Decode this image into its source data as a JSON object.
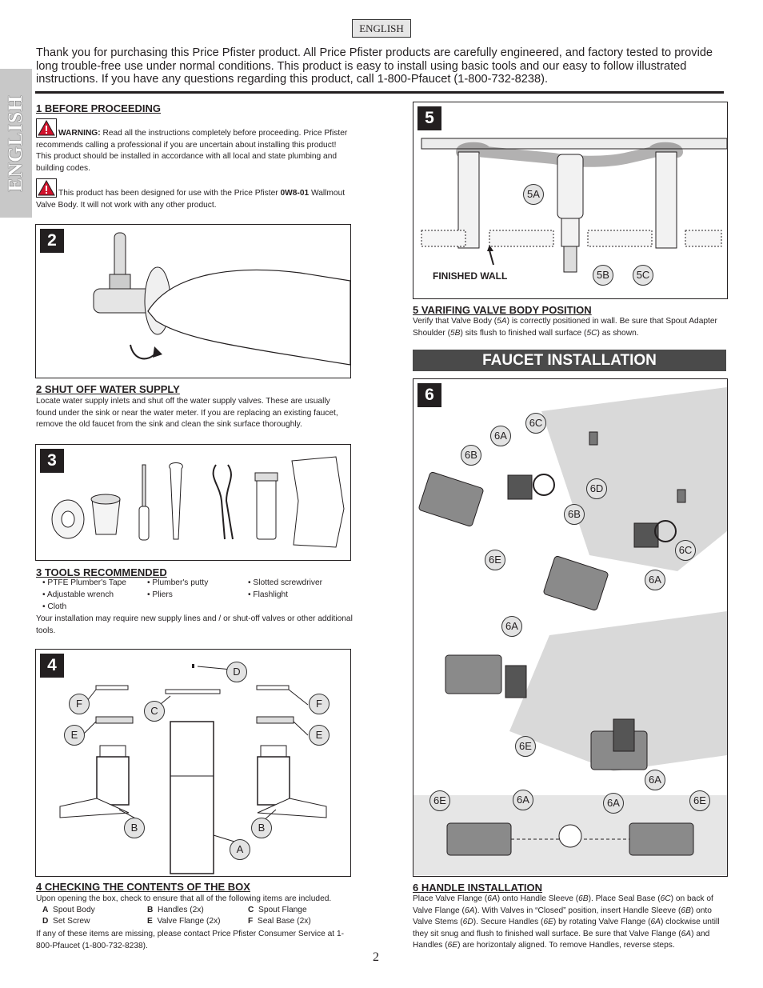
{
  "header": {
    "language_badge": "ENGLISH",
    "side_tab": "ENGLISH"
  },
  "intro": "Thank you for purchasing this Price Pfister product.  All Price Pfister products are carefully engineered, and factory tested to provide long trouble-free use under normal conditions.  This product is easy to install using basic tools and our easy to follow illustrated instructions.  If you have any questions regarding this product, call 1-800-Pfaucet (1-800-732-8238).",
  "section1": {
    "title": "1  BEFORE PROCEEDING",
    "warning_label": "WARNING:",
    "warning_text": " Read all the instructions completely before proceeding. Price Pfister recommends calling a professional if you are uncertain about installing this product! This product should be installed in accordance with all local and state plumbing and building codes.",
    "note_text_a": "This product has been designed for use with the Price Pfister ",
    "note_model": "0W8-01",
    "note_text_b": " Wallmout Valve Body.  It will not work  with any other product."
  },
  "panel_numbers": {
    "p2": "2",
    "p3": "3",
    "p4": "4",
    "p5": "5",
    "p6": "6"
  },
  "section2": {
    "title": "2  SHUT OFF WATER SUPPLY",
    "body": "Locate water supply inlets and shut off the water supply valves.  These are usually found under the sink or near the water meter.  If you are replacing an existing faucet, remove the old faucet from the sink and clean the sink surface thoroughly."
  },
  "section3": {
    "title": "3  TOOLS RECOMMENDED",
    "tools": [
      "• PTFE Plumber's Tape",
      "• Plumber's putty",
      "• Slotted screwdriver",
      "• Adjustable wrench",
      "• Pliers",
      "• Flashlight",
      "• Cloth"
    ],
    "footer": "Your installation may require new supply lines and / or shut-off valves or other additional tools."
  },
  "section4": {
    "title": "4  CHECKING THE CONTENTS OF THE BOX",
    "intro": "Upon opening the box, check to ensure that all of the following items are included.",
    "items": [
      {
        "letter": "A",
        "name": "Spout Body"
      },
      {
        "letter": "B",
        "name": "Handles (2x)"
      },
      {
        "letter": "C",
        "name": "Spout Flange"
      },
      {
        "letter": "D",
        "name": "Set Screw"
      },
      {
        "letter": "E",
        "name": "Valve Flange (2x)"
      },
      {
        "letter": "F",
        "name": "Seal Base (2x)"
      }
    ],
    "footer": "If any of these items are missing, please contact Price Pfister Consumer Service at 1-800-Pfaucet (1-800-732-8238).",
    "callouts": {
      "d": "D",
      "f": "F",
      "c": "C",
      "e": "E",
      "b": "B",
      "a": "A"
    }
  },
  "section5": {
    "callouts": {
      "a": "5A",
      "b": "5B",
      "c": "5C"
    },
    "finished_wall": "FINISHED WALL",
    "title": "5  VARIFING VALVE BODY POSITION",
    "body_parts": [
      "Verify that Valve Body (",
      "5A",
      ") is correctly positioned in wall.  Be sure that Spout Adapter Shoulder (",
      "5B",
      ") sits flush to finished wall surface (",
      "5C",
      ") as shown."
    ]
  },
  "faucet_band": "FAUCET INSTALLATION",
  "section6": {
    "callouts": {
      "a": "6A",
      "b": "6B",
      "c": "6C",
      "d": "6D",
      "e": "6E"
    },
    "title": "6  HANDLE INSTALLATION",
    "body_parts": [
      "Place Valve Flange (",
      "6A",
      ") onto Handle Sleeve (",
      "6B",
      ").  Place Seal Base (",
      "6C",
      ") on back of Valve Flange (",
      "6A",
      ").  With Valves in “Closed” position, insert Handle Sleeve (",
      "6B",
      ") onto Valve Stems (",
      "6D",
      ").  Secure Handles (",
      "6E",
      ") by rotating Valve Flange (",
      "6A",
      ") clockwise untill they sit snug and flush to finished wall surface.  Be sure that Valve Flange (",
      "6A",
      ") and Handles (",
      "6E",
      ") are horizontaly aligned.  To remove Handles, reverse steps."
    ]
  },
  "page_number": "2"
}
